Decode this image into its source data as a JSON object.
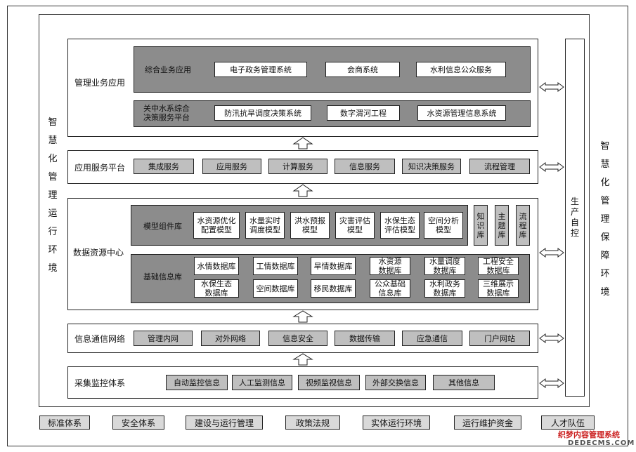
{
  "left_side_label": [
    "智",
    "慧",
    "化",
    "管",
    "理",
    "运",
    "行",
    "环",
    "境"
  ],
  "right_side_label": [
    "智",
    "慧",
    "化",
    "管",
    "理",
    "保",
    "障",
    "环",
    "境"
  ],
  "production_control": [
    "生",
    "产",
    "自",
    "控"
  ],
  "mgmt_app": {
    "title": "管理业务应用",
    "row1_label": "综合业务应用",
    "row1_items": [
      "电子政务管理系统",
      "会商系统",
      "水利信息公众服务"
    ],
    "row2_label_line1": "关中水系综合",
    "row2_label_line2": "决策服务平台",
    "row2_items": [
      "防汛抗旱调度决策系统",
      "数字渭河工程",
      "水资源管理信息系统"
    ]
  },
  "app_service": {
    "title": "应用服务平台",
    "items": [
      "集成服务",
      "应用服务",
      "计算服务",
      "信息服务",
      "知识决策服务",
      "流程管理"
    ]
  },
  "data_center": {
    "title": "数据资源中心",
    "model_label": "模型组件库",
    "models": [
      [
        "水资源优化",
        "配置模型"
      ],
      [
        "水量实时",
        "调度模型"
      ],
      [
        "洪水预报",
        "模型"
      ],
      [
        "灾害评估",
        "模型"
      ],
      [
        "水保生态",
        "评估模型"
      ],
      [
        "空间分析",
        "模型"
      ]
    ],
    "libraries": [
      [
        "知",
        "识",
        "库"
      ],
      [
        "主",
        "题",
        "库"
      ],
      [
        "流",
        "程",
        "库"
      ]
    ],
    "base_label": "基础信息库",
    "db_row1": [
      [
        "水情数据库"
      ],
      [
        "工情数据库"
      ],
      [
        "旱情数据库"
      ],
      [
        "水资源",
        "数据库"
      ],
      [
        "水量调度",
        "数据库"
      ],
      [
        "工程安全",
        "数据库"
      ]
    ],
    "db_row2": [
      [
        "水保生态",
        "数据库"
      ],
      [
        "空间数据库"
      ],
      [
        "移民数据库"
      ],
      [
        "公众基础",
        "信息库"
      ],
      [
        "水利政务",
        "数据库"
      ],
      [
        "三维展示",
        "数据库"
      ]
    ]
  },
  "network": {
    "title": "信息通信网络",
    "items": [
      "管理内网",
      "对外网络",
      "信息安全",
      "数据传输",
      "应急通信",
      "门户网站"
    ]
  },
  "monitor": {
    "title": "采集监控体系",
    "items": [
      "自动监控信息",
      "人工监测信息",
      "视频监视信息",
      "外部交换信息",
      "其他信息"
    ]
  },
  "bottom": [
    "标准体系",
    "安全体系",
    "建设与运行管理",
    "政策法规",
    "实体运行环境",
    "运行维护资金",
    "人才队伍"
  ],
  "watermark": {
    "line1": "织梦内容管理系统",
    "line2": "DEDECMS.COM"
  }
}
